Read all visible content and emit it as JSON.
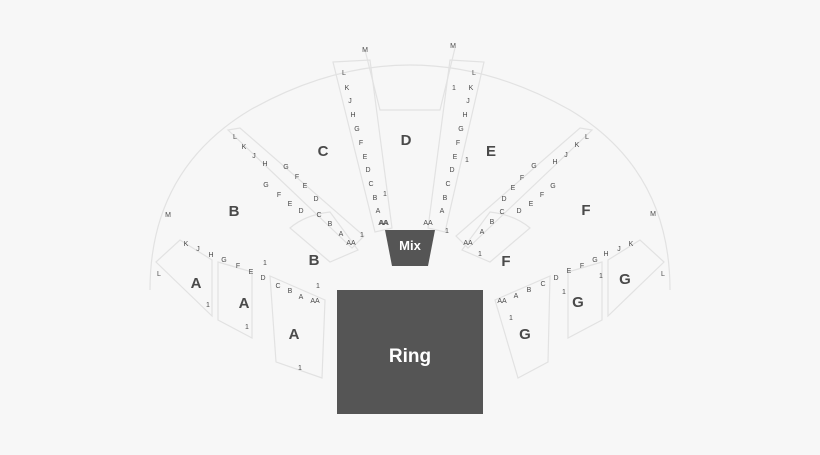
{
  "stage": {
    "label": "Ring",
    "color": "#555555"
  },
  "mix": {
    "label": "Mix",
    "color": "#555555"
  },
  "sections": [
    "C",
    "D",
    "E",
    "B",
    "F",
    "A",
    "G"
  ],
  "rows": [
    "L",
    "K",
    "J",
    "H",
    "G",
    "F",
    "E",
    "D",
    "C",
    "B",
    "A",
    "AA",
    "1",
    "M"
  ]
}
